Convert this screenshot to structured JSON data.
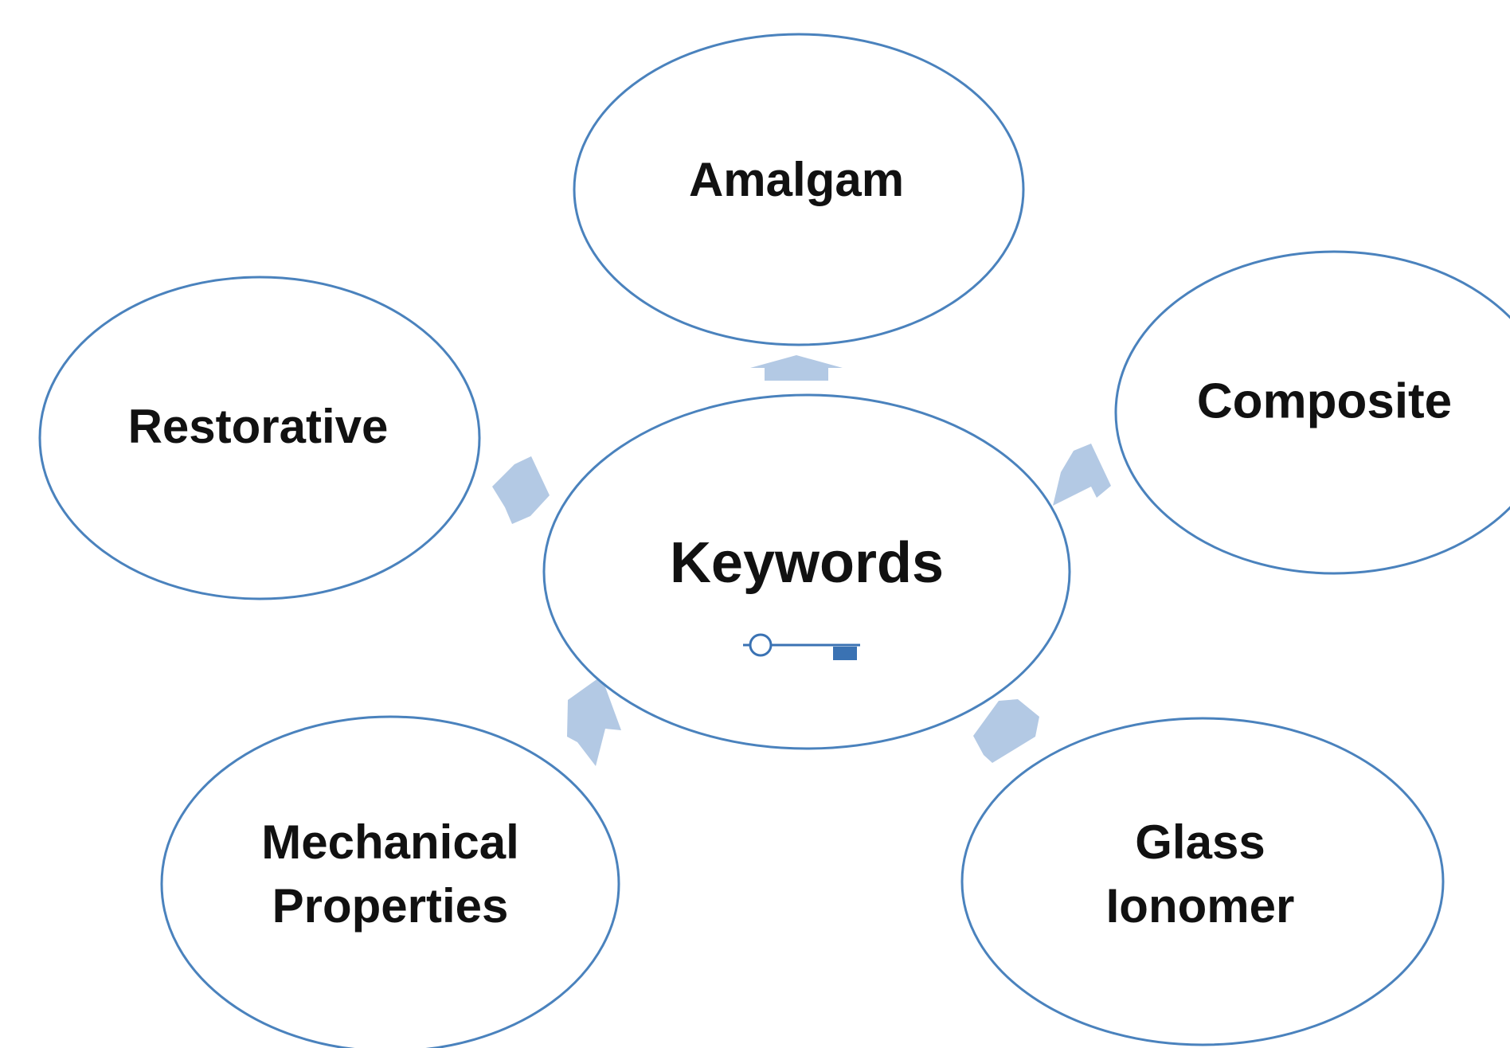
{
  "center": {
    "label": "Keywords",
    "icon": "key-icon"
  },
  "nodes": {
    "amalgam": "Amalgam",
    "composite": "Composite",
    "restorative": "Restorative",
    "mechanical_line1": "Mechanical",
    "mechanical_line2": "Properties",
    "glass_line1": "Glass",
    "glass_line2": "Ionomer"
  },
  "colors": {
    "ellipse_stroke": "#4a82bd",
    "arrow_fill": "#b3c9e4",
    "key_icon": "#3a72b3",
    "text": "#111111"
  }
}
